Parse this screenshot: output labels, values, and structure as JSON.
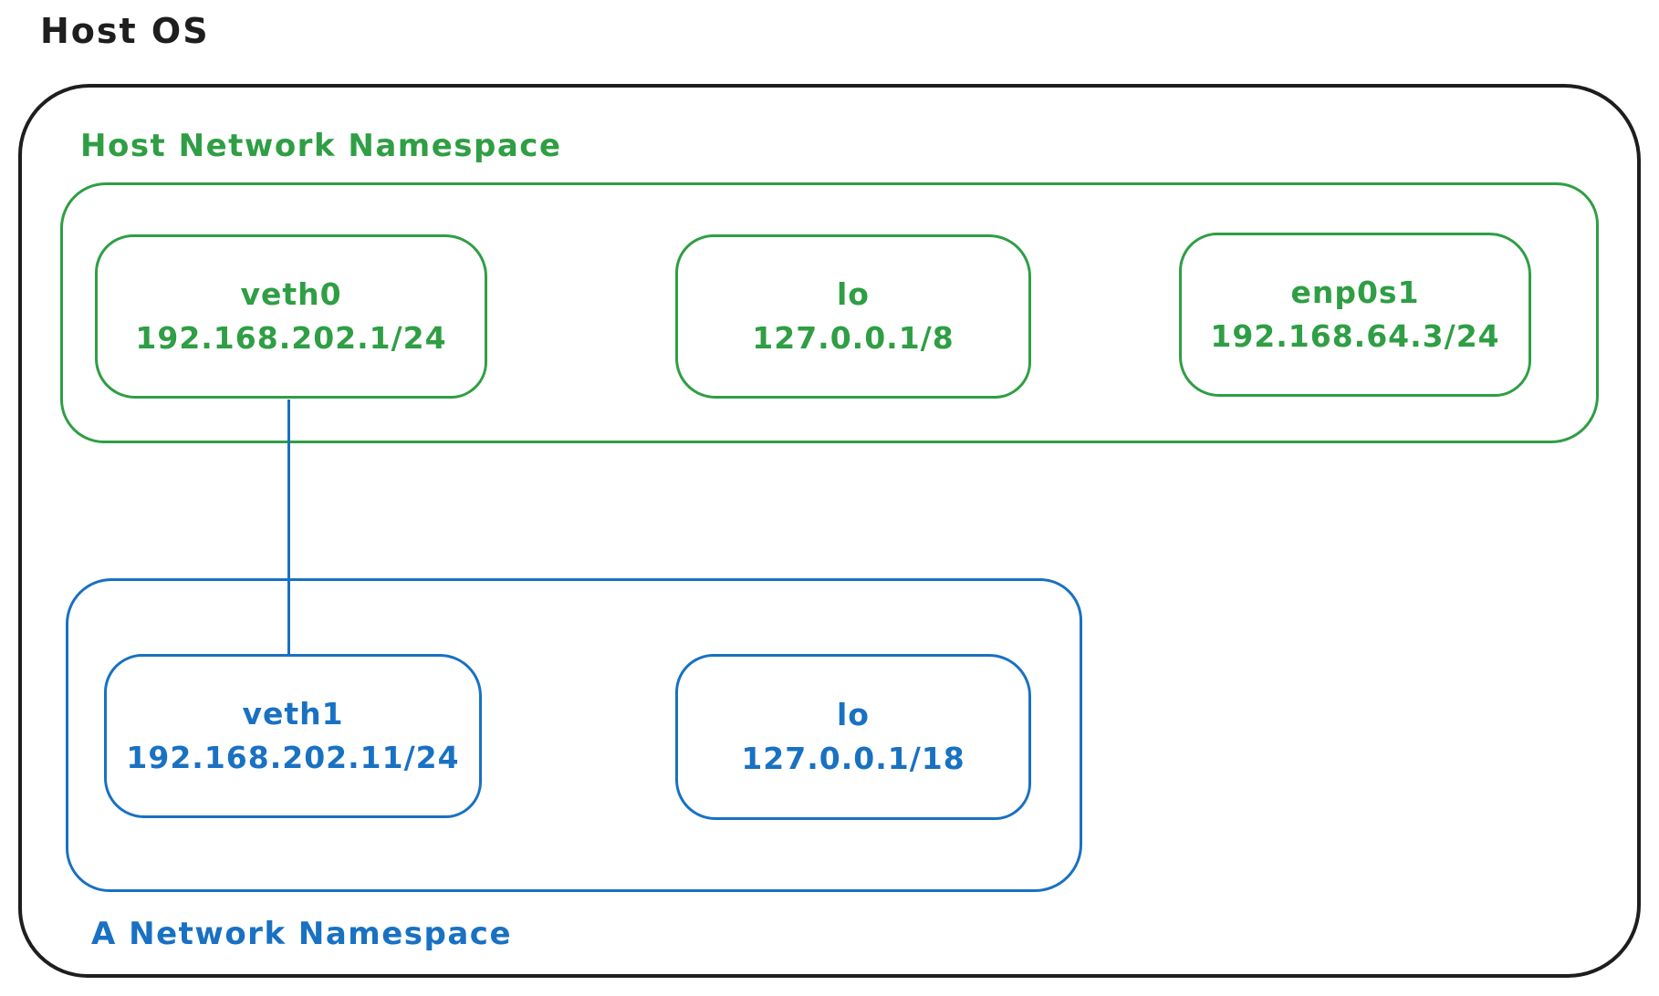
{
  "title": "Host OS",
  "colors": {
    "green_stroke": "#2f9e44",
    "blue_stroke": "#1971c2",
    "outline": "#1e1e1e",
    "background": "#ffffff"
  },
  "host_namespace": {
    "label": "Host Network Namespace",
    "interfaces": [
      {
        "name": "veth0",
        "address": "192.168.202.1/24"
      },
      {
        "name": "lo",
        "address": "127.0.0.1/8"
      },
      {
        "name": "enp0s1",
        "address": "192.168.64.3/24"
      }
    ]
  },
  "a_namespace": {
    "label": "A Network Namespace",
    "interfaces": [
      {
        "name": "veth1",
        "address": "192.168.202.11/24"
      },
      {
        "name": "lo",
        "address": "127.0.0.1/18"
      }
    ]
  },
  "connection": {
    "from": "veth0",
    "to": "veth1"
  }
}
